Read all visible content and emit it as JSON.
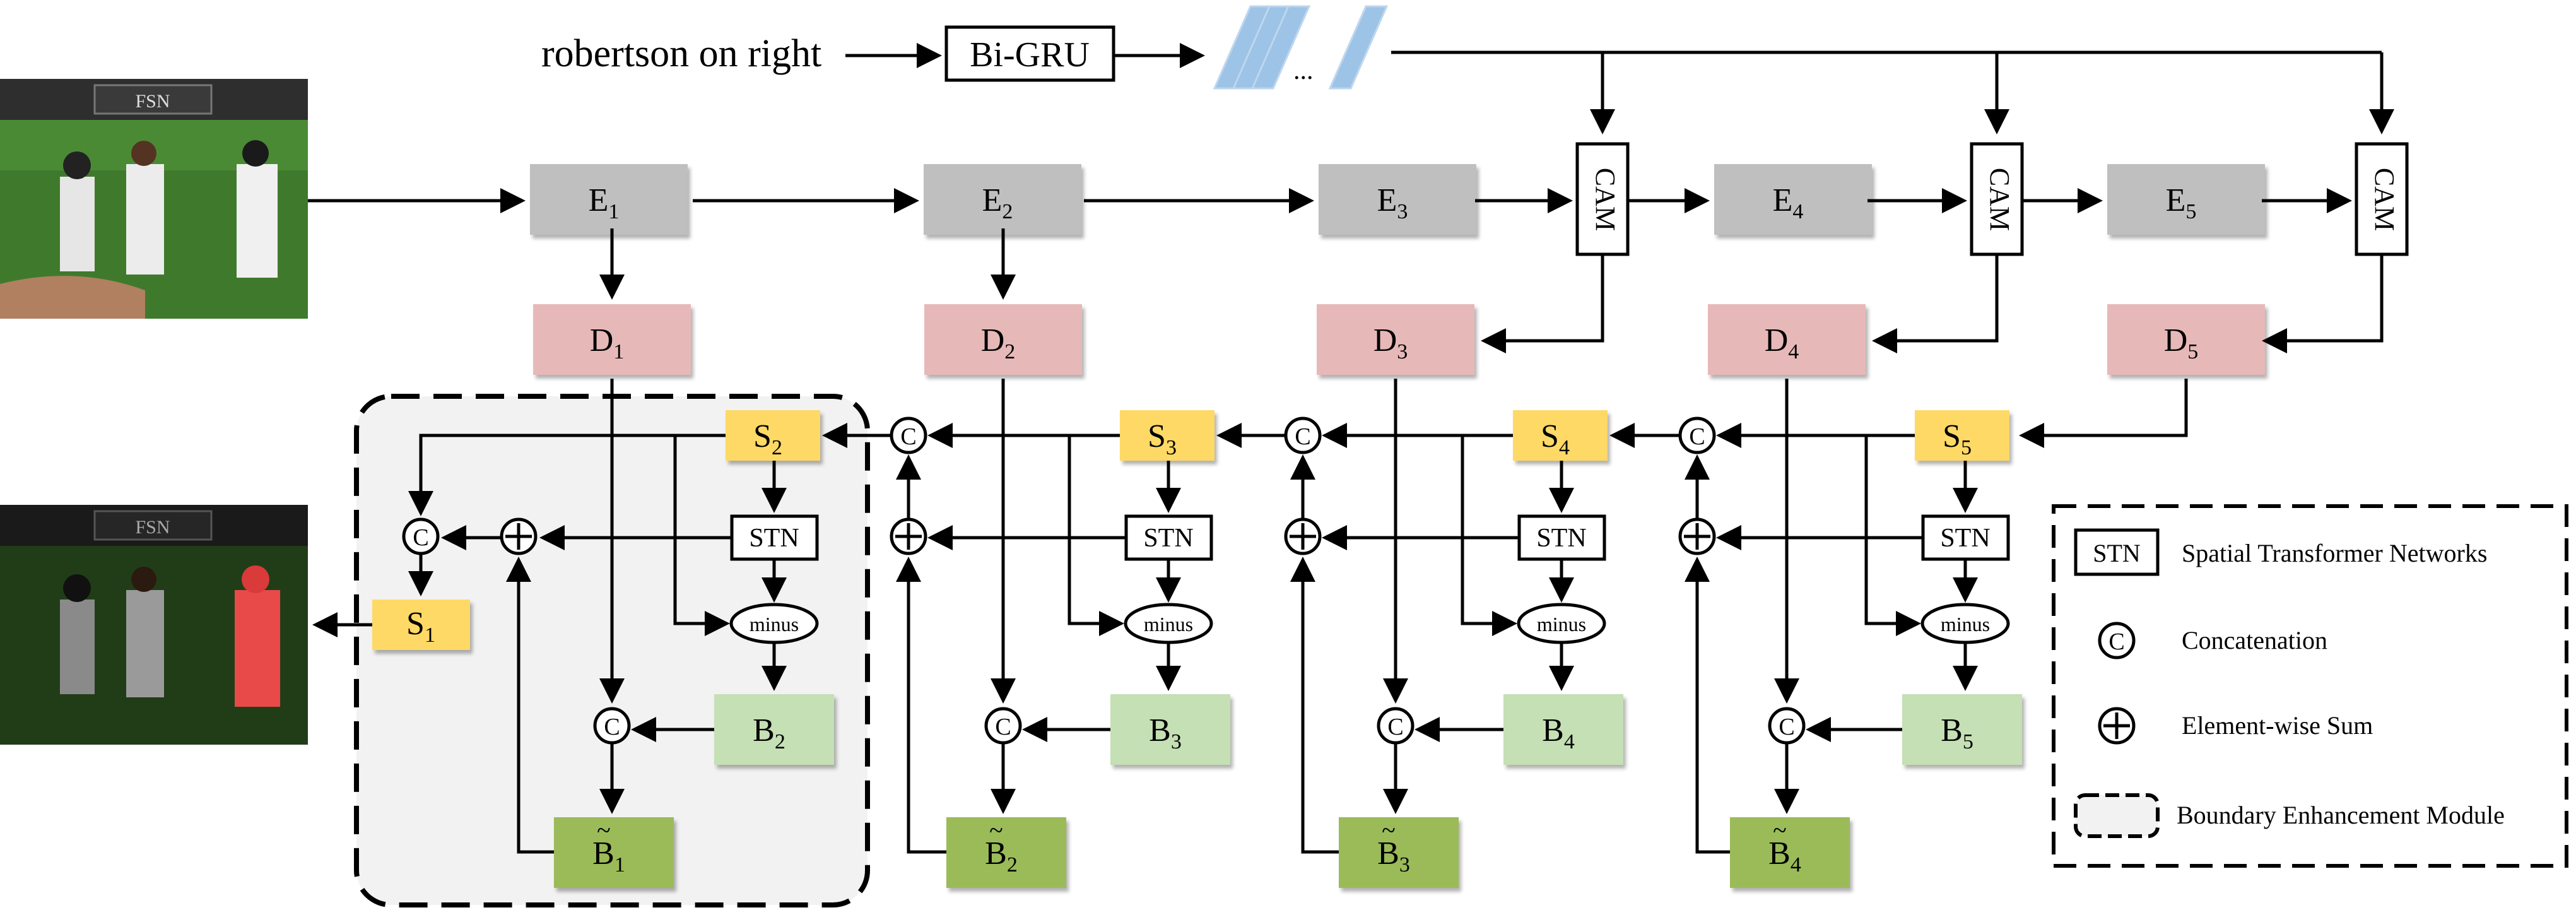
{
  "query": {
    "text": "robertson on right",
    "encoder": "Bi-GRU",
    "ellipsis": "..."
  },
  "encoders": [
    {
      "base": "E",
      "sub": "1"
    },
    {
      "base": "E",
      "sub": "2"
    },
    {
      "base": "E",
      "sub": "3"
    },
    {
      "base": "E",
      "sub": "4"
    },
    {
      "base": "E",
      "sub": "5"
    }
  ],
  "decoders": [
    {
      "base": "D",
      "sub": "1"
    },
    {
      "base": "D",
      "sub": "2"
    },
    {
      "base": "D",
      "sub": "3"
    },
    {
      "base": "D",
      "sub": "4"
    },
    {
      "base": "D",
      "sub": "5"
    }
  ],
  "cam_label": "CAM",
  "stn_label": "STN",
  "minus_label": "minus",
  "concat_symbol": "C",
  "sum_symbol": "+",
  "s_nodes": [
    {
      "base": "S",
      "sub": "2"
    },
    {
      "base": "S",
      "sub": "3"
    },
    {
      "base": "S",
      "sub": "4"
    },
    {
      "base": "S",
      "sub": "5"
    }
  ],
  "s_out": {
    "base": "S",
    "sub": "1"
  },
  "b_nodes": [
    {
      "base": "B",
      "sub": "2"
    },
    {
      "base": "B",
      "sub": "3"
    },
    {
      "base": "B",
      "sub": "4"
    },
    {
      "base": "B",
      "sub": "5"
    }
  ],
  "b_tilde_nodes": [
    {
      "base": "B",
      "sub": "1"
    },
    {
      "base": "B",
      "sub": "2"
    },
    {
      "base": "B",
      "sub": "3"
    },
    {
      "base": "B",
      "sub": "4"
    }
  ],
  "legend": {
    "stn_box": "STN",
    "stn_text": "Spatial Transformer Networks",
    "concat_symbol": "C",
    "concat_text": "Concatenation",
    "sum_symbol": "+",
    "sum_text": "Element-wise Sum",
    "bem_text": "Boundary Enhancement Module"
  },
  "colors": {
    "encoder": "#bfbfbf",
    "decoder": "#e6b9b8",
    "s_node": "#ffd966",
    "b_node": "#c5e0b4",
    "b_tilde": "#9bbb59",
    "bem_bg": "#f2f2f2",
    "text_feature": "#9dc3e6"
  }
}
